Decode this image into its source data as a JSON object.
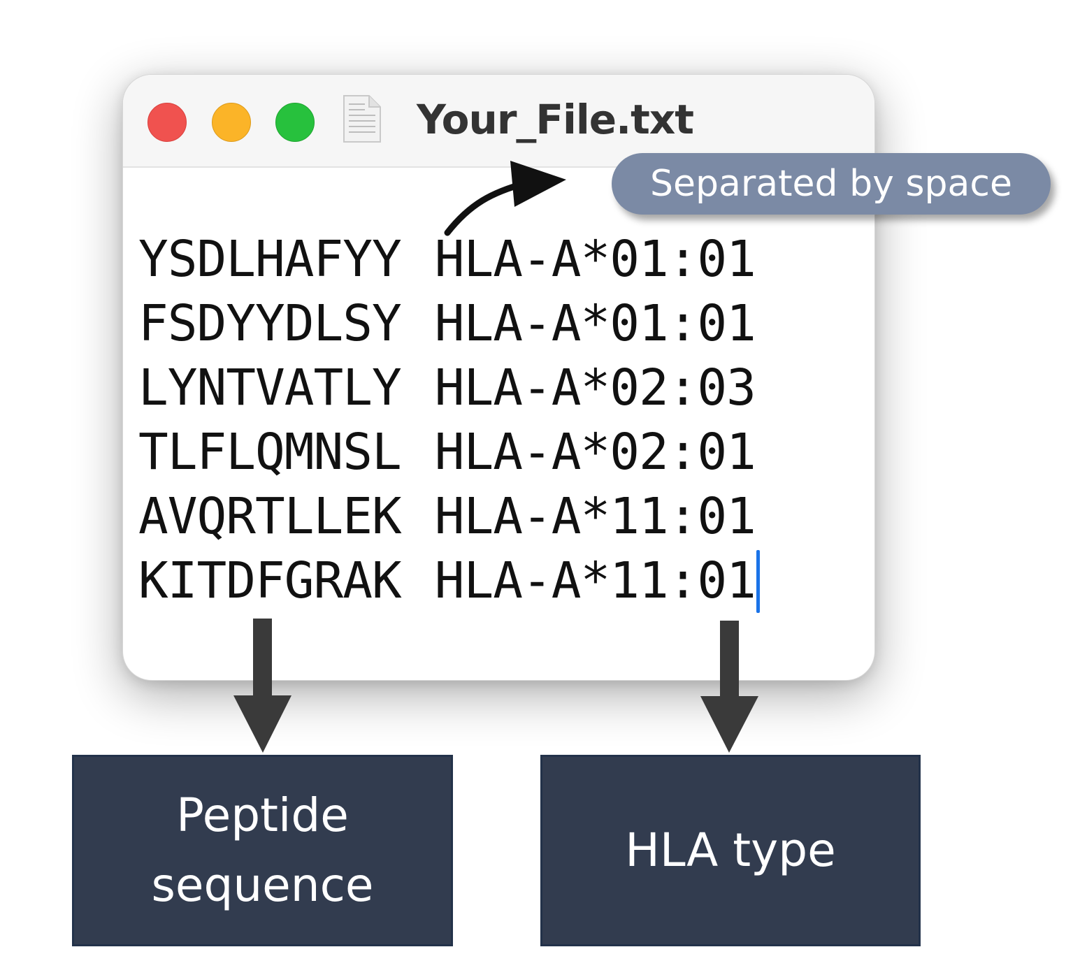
{
  "window": {
    "title": "Your_File.txt",
    "icons": [
      "close-button",
      "minimize-button",
      "zoom-button",
      "text-document-icon"
    ]
  },
  "file": {
    "lines": [
      {
        "peptide": "YSDLHAFYY",
        "hla": "HLA-A*01:01"
      },
      {
        "peptide": "FSDYYDLSY",
        "hla": "HLA-A*01:01"
      },
      {
        "peptide": "LYNTVATLY",
        "hla": "HLA-A*02:03"
      },
      {
        "peptide": "TLFLQMNSL",
        "hla": "HLA-A*02:01"
      },
      {
        "peptide": "AVQRTLLEK",
        "hla": "HLA-A*11:01"
      },
      {
        "peptide": "KITDFGRAK",
        "hla": "HLA-A*11:01"
      }
    ]
  },
  "callout": {
    "text": "Separated by space"
  },
  "labels": {
    "peptide_line1": "Peptide",
    "peptide_line2": "sequence",
    "hla": "HLA type"
  },
  "colors": {
    "callout": "#7b8aa5",
    "label_box": "#323c4f",
    "arrow": "#3a3a3a",
    "cursor": "#1a73e8"
  }
}
